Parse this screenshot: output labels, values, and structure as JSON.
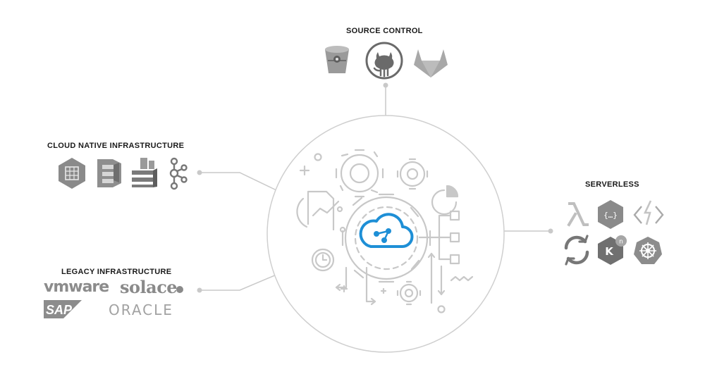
{
  "categories": {
    "source_control": {
      "label": "SOURCE CONTROL",
      "icons": [
        "bitbucket-icon",
        "github-icon",
        "gitlab-icon"
      ]
    },
    "cloud_native": {
      "label": "CLOUD NATIVE INFRASTRUCTURE",
      "icons": [
        "aws-grid-icon",
        "aws-stack-icon",
        "aws-db-icon",
        "kafka-icon"
      ]
    },
    "legacy": {
      "label": "LEGACY INFRASTRUCTURE",
      "logos": {
        "vmware": "vmware",
        "solace": "solace",
        "sap": "SAP",
        "oracle": "ORACLE"
      }
    },
    "serverless": {
      "label": "SERVERLESS",
      "icons": [
        "lambda-icon",
        "function-hex-icon",
        "azure-functions-icon",
        "refresh-icon",
        "knative-icon",
        "kubernetes-icon"
      ]
    }
  },
  "hub": {
    "icon": "cloud-network-icon",
    "accent_color": "#1e8fd6",
    "gear_color": "#c8c8c8"
  },
  "colors": {
    "line": "#c9c9c9",
    "icon_dark": "#777777",
    "icon_mid": "#9a9a9a",
    "text": "#1a1a1a"
  }
}
